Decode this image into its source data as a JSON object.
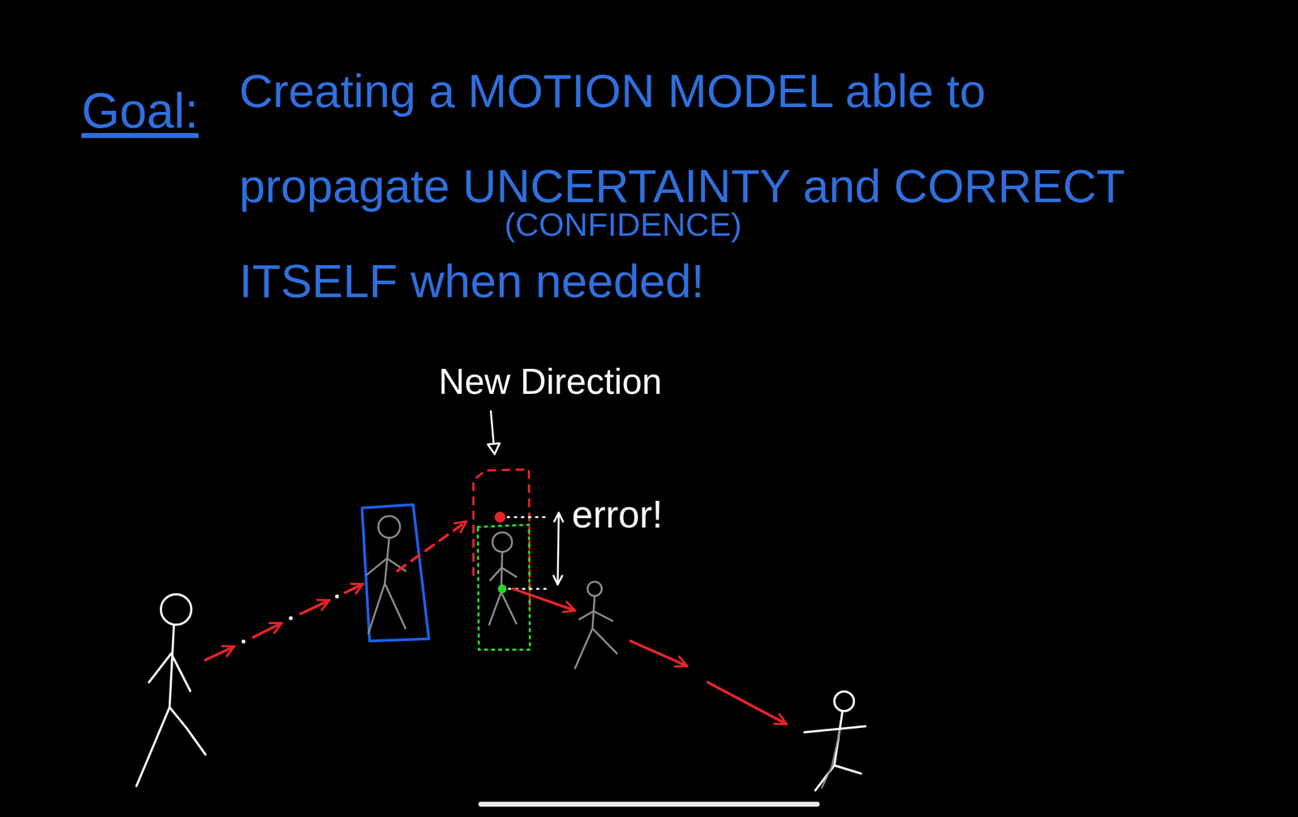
{
  "diagram": {
    "title": "Goal:",
    "labels": [
      "Creating a MOTION MODEL able to propagate UNCERTAINTY and CORRECT ITSELF when needed!",
      "(CONFIDENCE)",
      "New Direction",
      "error!"
    ]
  }
}
